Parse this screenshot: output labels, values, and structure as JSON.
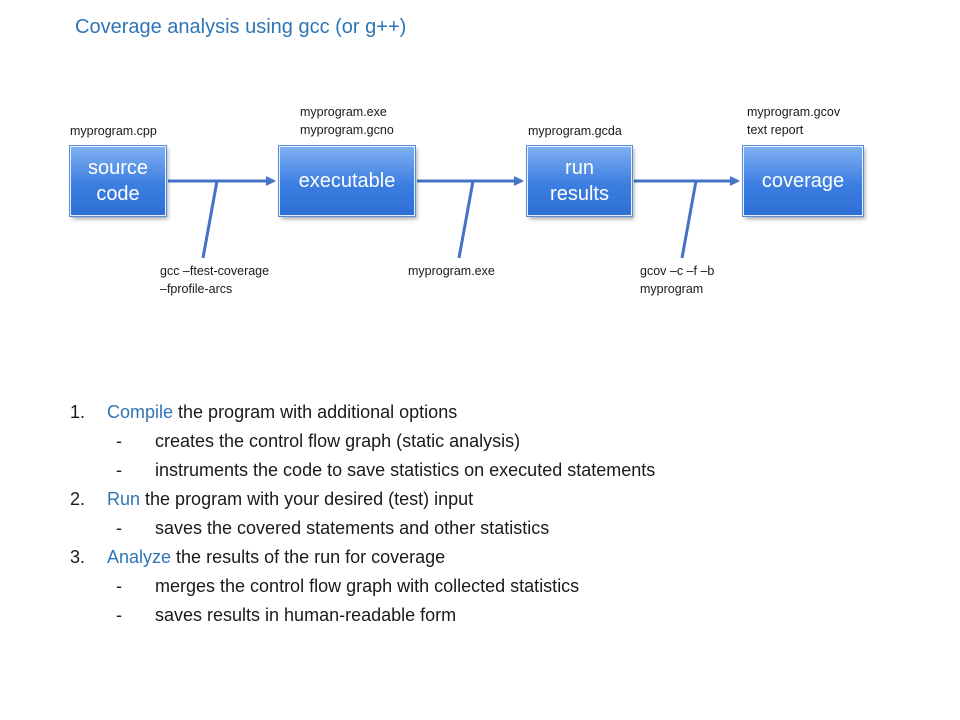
{
  "title": "Coverage analysis using gcc (or g++)",
  "boxes": [
    {
      "line1": "source",
      "line2": "code"
    },
    {
      "line1": "executable",
      "line2": ""
    },
    {
      "line1": "run",
      "line2": "results"
    },
    {
      "line1": "coverage",
      "line2": ""
    }
  ],
  "top_labels": [
    {
      "line1": "myprogram.cpp",
      "line2": ""
    },
    {
      "line1": "myprogram.exe",
      "line2": "myprogram.gcno"
    },
    {
      "line1": "myprogram.gcda",
      "line2": ""
    },
    {
      "line1": "myprogram.gcov",
      "line2": "text report"
    }
  ],
  "commands": [
    {
      "line1": "gcc –ftest-coverage",
      "line2": "–fprofile-arcs"
    },
    {
      "line1": "myprogram.exe",
      "line2": ""
    },
    {
      "line1": "gcov –c –f –b",
      "line2": "myprogram"
    }
  ],
  "steps": [
    {
      "number": "1.",
      "keyword": "Compile",
      "rest": " the program with additional options",
      "subs": [
        "creates the control flow graph (static analysis)",
        "instruments the code to save statistics on executed statements"
      ]
    },
    {
      "number": "2.",
      "keyword": "Run",
      "rest": " the program with your desired (test) input",
      "subs": [
        "saves the covered statements and other statistics"
      ]
    },
    {
      "number": "3.",
      "keyword": "Analyze",
      "rest": " the results of the run for coverage",
      "subs": [
        "merges the control flow graph with collected statistics",
        "saves results in human-readable form"
      ]
    }
  ],
  "dash": "-",
  "colors": {
    "accent": "#2e75b6",
    "box": "#3c7ee0",
    "connector": "#4472c4"
  }
}
